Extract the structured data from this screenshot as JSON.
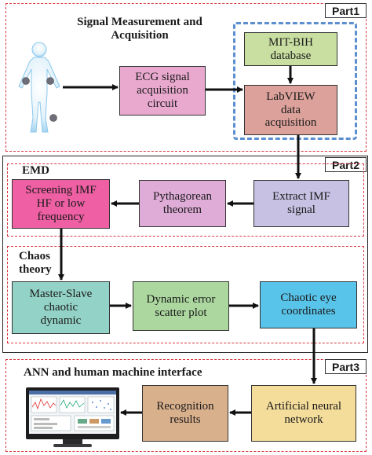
{
  "parts": {
    "part1": "Part1",
    "part2": "Part2",
    "part3": "Part3"
  },
  "sections": {
    "signal": "Signal Measurement and\nAcquisition",
    "emd": "EMD",
    "chaos": "Chaos\ntheory",
    "ann": "ANN and human machine interface"
  },
  "nodes": {
    "ecg": "ECG signal\nacquisition\ncircuit",
    "mitbih": "MIT-BIH\ndatabase",
    "labview": "LabVIEW\ndata\nacquisition",
    "extract_imf": "Extract IMF\nsignal",
    "pythagorean": "Pythagorean\ntheorem",
    "screening": "Screening IMF\nHF or low\nfrequency",
    "master_slave": "Master-Slave\nchaotic\ndynamic",
    "scatter": "Dynamic error\nscatter plot",
    "eye": "Chaotic eye\ncoordinates",
    "ann_net": "Artificial neural\nnetwork",
    "recognition": "Recognition\nresults"
  },
  "colors": {
    "ecg": "#e9a9cf",
    "mitbih": "#c9dfa2",
    "labview": "#dba19a",
    "extract_imf": "#c7c1e3",
    "pythagorean": "#dfacd8",
    "screening": "#ee5fa3",
    "master_slave": "#93d2c6",
    "scatter": "#acd8a0",
    "eye": "#59c4ea",
    "ann_net": "#f4dc9a",
    "recognition": "#d9b08c"
  }
}
